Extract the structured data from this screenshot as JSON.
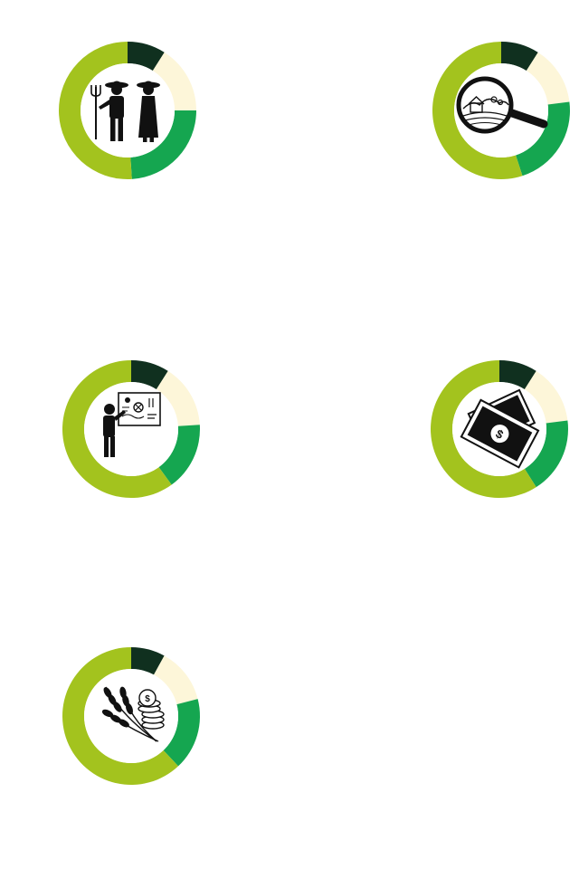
{
  "colors": {
    "light_green": "#a3c31e",
    "green": "#15a650",
    "dark": "#10301f",
    "cream": "#fdf6d9",
    "icon": "#111111",
    "white": "#ffffff"
  },
  "chart_data": [
    {
      "type": "pie",
      "icon": "farmer-couple-icon",
      "slices": [
        {
          "value": 9,
          "color": "#10301f"
        },
        {
          "value": 16,
          "color": "#fdf6d9"
        },
        {
          "value": 24,
          "color": "#15a650"
        },
        {
          "value": 51,
          "color": "#a3c31e"
        }
      ]
    },
    {
      "type": "pie",
      "icon": "magnifier-farm-icon",
      "slices": [
        {
          "value": 9,
          "color": "#10301f"
        },
        {
          "value": 14,
          "color": "#fdf6d9"
        },
        {
          "value": 22,
          "color": "#15a650"
        },
        {
          "value": 55,
          "color": "#a3c31e"
        }
      ]
    },
    {
      "type": "pie",
      "icon": "presentation-board-icon",
      "slices": [
        {
          "value": 9,
          "color": "#10301f"
        },
        {
          "value": 15,
          "color": "#fdf6d9"
        },
        {
          "value": 16,
          "color": "#15a650"
        },
        {
          "value": 60,
          "color": "#a3c31e"
        }
      ]
    },
    {
      "type": "pie",
      "icon": "banknotes-icon",
      "slices": [
        {
          "value": 9,
          "color": "#10301f"
        },
        {
          "value": 14,
          "color": "#fdf6d9"
        },
        {
          "value": 18,
          "color": "#15a650"
        },
        {
          "value": 59,
          "color": "#a3c31e"
        }
      ]
    },
    {
      "type": "pie",
      "icon": "wheat-coins-icon",
      "slices": [
        {
          "value": 8,
          "color": "#10301f"
        },
        {
          "value": 13,
          "color": "#fdf6d9"
        },
        {
          "value": 17,
          "color": "#15a650"
        },
        {
          "value": 62,
          "color": "#a3c31e"
        }
      ]
    }
  ]
}
